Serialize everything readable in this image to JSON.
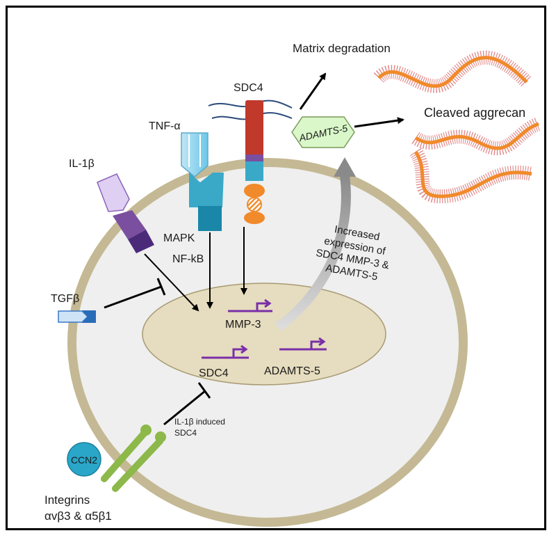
{
  "labels": {
    "matrix_degradation": "Matrix degradation",
    "cleaved_aggrecan": "Cleaved aggrecan",
    "sdc4_receptor": "SDC4",
    "tnf_alpha": "TNF-α",
    "il1b": "IL-1β",
    "adamts5_protein": "ADAMTS-5",
    "mapk": "MAPK",
    "nfkb": "NF-kB",
    "tgfb": "TGFβ",
    "mmp3_gene": "MMP-3",
    "sdc4_gene": "SDC4",
    "adamts5_gene": "ADAMTS-5",
    "increased_expression": [
      "Increased",
      "expression of",
      "SDC4 MMP-3 &",
      "ADAMTS-5"
    ],
    "il1b_induced": [
      "IL-1β induced",
      "SDC4"
    ],
    "ccn2": "CCN2",
    "integrins": [
      "Integrins",
      "αvβ3 & α5β1"
    ]
  },
  "colors": {
    "cell_membrane": "#c4b994",
    "cytoplasm": "#efefef",
    "nucleus": "#e6dcbf",
    "promoter_arrow": "#7a2fa8",
    "aggrecan": "#e8833a",
    "adamts5": "#d9f7c9",
    "integrin": "#8db84a",
    "ccn2": "#2aa6c9"
  }
}
